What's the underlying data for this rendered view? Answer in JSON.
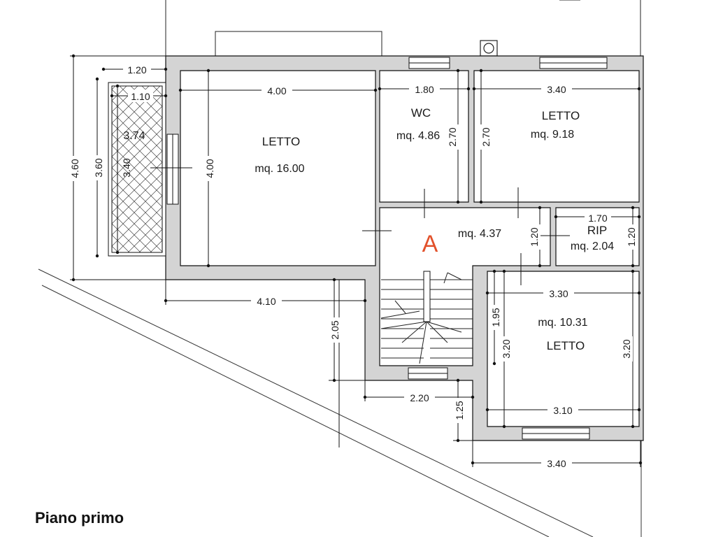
{
  "title": "Piano primo",
  "rooms": {
    "letto_big": {
      "label": "LETTO",
      "area": "mq. 16.00"
    },
    "wc": {
      "label": "WC",
      "area": "mq. 4.86"
    },
    "letto_right": {
      "label": "LETTO",
      "area": "mq. 9.18"
    },
    "disimpegno": {
      "marker": "A",
      "area": "mq. 4.37"
    },
    "rip": {
      "label": "RIP",
      "area": "mq. 2.04"
    },
    "letto_low": {
      "label": "LETTO",
      "area": "mq. 10.31"
    }
  },
  "dimensions": {
    "d_1_20_top": "1.20",
    "d_1_10": "1.10",
    "d_4_00_h": "4.00",
    "d_1_80": "1.80",
    "d_3_40_top": "3.40",
    "d_4_60": "4.60",
    "d_3_60": "3.60",
    "d_3_40_balcony": "3.40",
    "d_3_74": "3.74",
    "d_4_00_v": "4.00",
    "d_2_70_wc": "2.70",
    "d_2_70_letto": "2.70",
    "d_1_70": "1.70",
    "d_1_20_a": "1.20",
    "d_1_20_rip": "1.20",
    "d_4_10": "4.10",
    "d_2_05": "2.05",
    "d_3_30": "3.30",
    "d_1_95": "1.95",
    "d_3_20_left": "3.20",
    "d_3_20_right": "3.20",
    "d_2_20": "2.20",
    "d_1_25": "1.25",
    "d_3_10": "3.10",
    "d_3_40_bottom": "3.40"
  }
}
